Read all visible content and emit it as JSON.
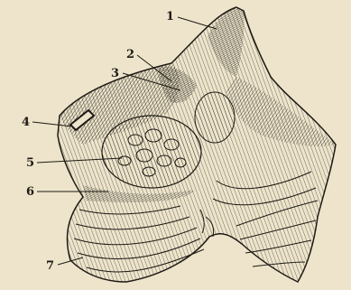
{
  "figure": {
    "background_color": "#ede4cb",
    "ink_color": "#1e1a14",
    "labels": [
      "1",
      "2",
      "3",
      "4",
      "5",
      "6",
      "7"
    ]
  }
}
